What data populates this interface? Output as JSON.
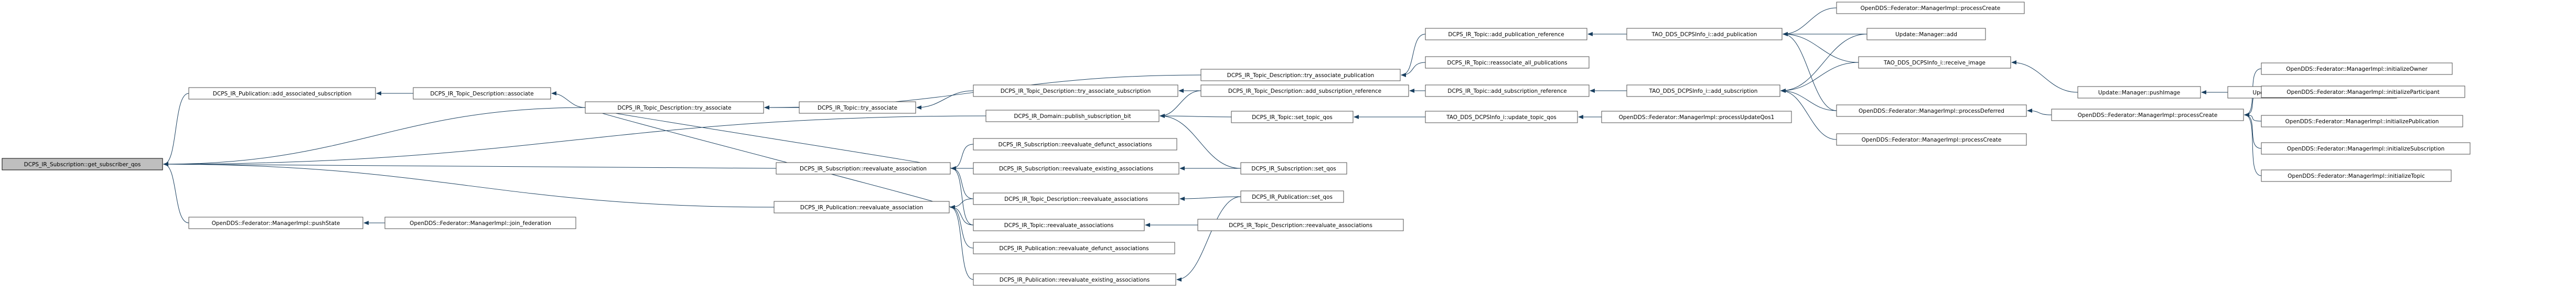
{
  "graph": {
    "root": "DCPS_IR_Subscription::get_subscriber_qos",
    "nodes": [
      {
        "id": "n0",
        "label": "DCPS_IR_Subscription::get_subscriber_qos",
        "focus": true
      },
      {
        "id": "n1",
        "label": "DCPS_IR_Publication::add_associated_subscription"
      },
      {
        "id": "n2",
        "label": "DCPS_IR_Topic_Description::associate"
      },
      {
        "id": "n3",
        "label": "DCPS_IR_Topic_Description::try_associate"
      },
      {
        "id": "n4",
        "label": "DCPS_IR_Topic_Description::try_associate_publication"
      },
      {
        "id": "n5",
        "label": "DCPS_IR_Topic::add_publication_reference"
      },
      {
        "id": "n6",
        "label": "TAO_DDS_DCPSInfo_i::add_publication"
      },
      {
        "id": "n7",
        "label": "OpenDDS::Federator::ManagerImpl::processCreate"
      },
      {
        "id": "n8",
        "label": "Update::Manager::add"
      },
      {
        "id": "n9",
        "label": "TAO_DDS_DCPSInfo_i::receive_image"
      },
      {
        "id": "n10",
        "label": "Update::Manager::pushImage"
      },
      {
        "id": "n11",
        "label": "Update::PersistenceUpdater::requestImage"
      },
      {
        "id": "n12",
        "label": "OpenDDS::Federator::ManagerImpl::processDeferred"
      },
      {
        "id": "n13",
        "label": "OpenDDS::Federator::ManagerImpl::processCreate"
      },
      {
        "id": "n14",
        "label": "OpenDDS::Federator::ManagerImpl::initializeOwner"
      },
      {
        "id": "n15",
        "label": "OpenDDS::Federator::ManagerImpl::initializeParticipant"
      },
      {
        "id": "n16",
        "label": "OpenDDS::Federator::ManagerImpl::initializePublication"
      },
      {
        "id": "n17",
        "label": "OpenDDS::Federator::ManagerImpl::initializeSubscription"
      },
      {
        "id": "n18",
        "label": "OpenDDS::Federator::ManagerImpl::initializeTopic"
      },
      {
        "id": "n19",
        "label": "DCPS_IR_Topic::reassociate_all_publications"
      },
      {
        "id": "n20",
        "label": "DCPS_IR_Topic::try_associate"
      },
      {
        "id": "n21",
        "label": "DCPS_IR_Topic_Description::try_associate_subscription"
      },
      {
        "id": "n22",
        "label": "DCPS_IR_Topic_Description::add_subscription_reference"
      },
      {
        "id": "n23",
        "label": "DCPS_IR_Topic::add_subscription_reference"
      },
      {
        "id": "n24",
        "label": "TAO_DDS_DCPSInfo_i::add_subscription"
      },
      {
        "id": "n25",
        "label": "OpenDDS::Federator::ManagerImpl::processCreate"
      },
      {
        "id": "n26",
        "label": "DCPS_IR_Domain::publish_subscription_bit"
      },
      {
        "id": "n27",
        "label": "DCPS_IR_Topic::set_topic_qos"
      },
      {
        "id": "n28",
        "label": "TAO_DDS_DCPSInfo_i::update_topic_qos"
      },
      {
        "id": "n29",
        "label": "OpenDDS::Federator::ManagerImpl::processUpdateQos1"
      },
      {
        "id": "n30",
        "label": "DCPS_IR_Subscription::reevaluate_defunct_associations"
      },
      {
        "id": "n31",
        "label": "DCPS_IR_Subscription::reevaluate_association"
      },
      {
        "id": "n32",
        "label": "DCPS_IR_Subscription::reevaluate_existing_associations"
      },
      {
        "id": "n33",
        "label": "DCPS_IR_Subscription::set_qos"
      },
      {
        "id": "n34",
        "label": "DCPS_IR_Topic_Description::reevaluate_associations"
      },
      {
        "id": "n35",
        "label": "DCPS_IR_Publication::set_qos"
      },
      {
        "id": "n36",
        "label": "DCPS_IR_Topic::reevaluate_associations"
      },
      {
        "id": "n37",
        "label": "DCPS_IR_Topic_Description::reevaluate_associations"
      },
      {
        "id": "n38",
        "label": "DCPS_IR_Publication::reevaluate_association"
      },
      {
        "id": "n39",
        "label": "DCPS_IR_Publication::reevaluate_defunct_associations"
      },
      {
        "id": "n40",
        "label": "DCPS_IR_Publication::reevaluate_existing_associations"
      },
      {
        "id": "n41",
        "label": "OpenDDS::Federator::ManagerImpl::pushState"
      },
      {
        "id": "n42",
        "label": "OpenDDS::Federator::ManagerImpl::join_federation"
      }
    ],
    "edges": [
      [
        "n1",
        "n0"
      ],
      [
        "n2",
        "n1"
      ],
      [
        "n3",
        "n2"
      ],
      [
        "n4",
        "n3"
      ],
      [
        "n5",
        "n4"
      ],
      [
        "n6",
        "n5"
      ],
      [
        "n7",
        "n6"
      ],
      [
        "n8",
        "n6"
      ],
      [
        "n9",
        "n6"
      ],
      [
        "n12",
        "n6"
      ],
      [
        "n10",
        "n9"
      ],
      [
        "n11",
        "n10"
      ],
      [
        "n13",
        "n12"
      ],
      [
        "n14",
        "n13"
      ],
      [
        "n15",
        "n13"
      ],
      [
        "n16",
        "n13"
      ],
      [
        "n17",
        "n13"
      ],
      [
        "n18",
        "n13"
      ],
      [
        "n19",
        "n4"
      ],
      [
        "n20",
        "n3"
      ],
      [
        "n21",
        "n20"
      ],
      [
        "n22",
        "n21"
      ],
      [
        "n23",
        "n22"
      ],
      [
        "n24",
        "n23"
      ],
      [
        "n8",
        "n24"
      ],
      [
        "n9",
        "n24"
      ],
      [
        "n12",
        "n24"
      ],
      [
        "n25",
        "n24"
      ],
      [
        "n3",
        "n0"
      ],
      [
        "n26",
        "n0"
      ],
      [
        "n22",
        "n26"
      ],
      [
        "n27",
        "n26"
      ],
      [
        "n28",
        "n27"
      ],
      [
        "n29",
        "n28"
      ],
      [
        "n33",
        "n26"
      ],
      [
        "n31",
        "n0"
      ],
      [
        "n3",
        "n31"
      ],
      [
        "n30",
        "n31"
      ],
      [
        "n32",
        "n31"
      ],
      [
        "n34",
        "n31"
      ],
      [
        "n36",
        "n31"
      ],
      [
        "n33",
        "n32"
      ],
      [
        "n35",
        "n34"
      ],
      [
        "n37",
        "n36"
      ],
      [
        "n38",
        "n0"
      ],
      [
        "n3",
        "n38"
      ],
      [
        "n34",
        "n38"
      ],
      [
        "n36",
        "n38"
      ],
      [
        "n39",
        "n38"
      ],
      [
        "n40",
        "n38"
      ],
      [
        "n35",
        "n40"
      ],
      [
        "n41",
        "n0"
      ],
      [
        "n42",
        "n41"
      ]
    ]
  }
}
